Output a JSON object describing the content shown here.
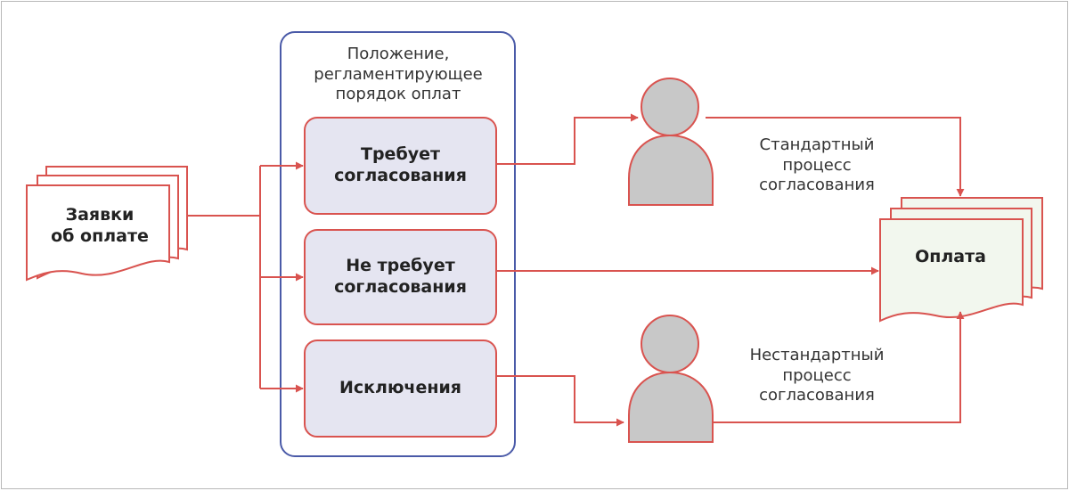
{
  "colors": {
    "red": "#d9534f",
    "box_fill": "#e5e5f1",
    "container_border": "#4a5aa8",
    "person": "#c8c8c8",
    "payment_fill": "#f2f7ee"
  },
  "requests": {
    "label": "Заявки\nоб оплате"
  },
  "regulation": {
    "title": "Положение,\nрегламентирующее\nпорядок оплат"
  },
  "categories": [
    {
      "label": "Требует\nсогласования"
    },
    {
      "label": "Не требует\nсогласования"
    },
    {
      "label": "Исключения"
    }
  ],
  "payment": {
    "label": "Оплата"
  },
  "processes": {
    "standard": "Стандартный\nпроцесс\nсогласования",
    "nonstandard": "Нестандартный\nпроцесс\nсогласования"
  },
  "icons": {
    "person": "person-icon",
    "document": "document-stack-icon"
  }
}
